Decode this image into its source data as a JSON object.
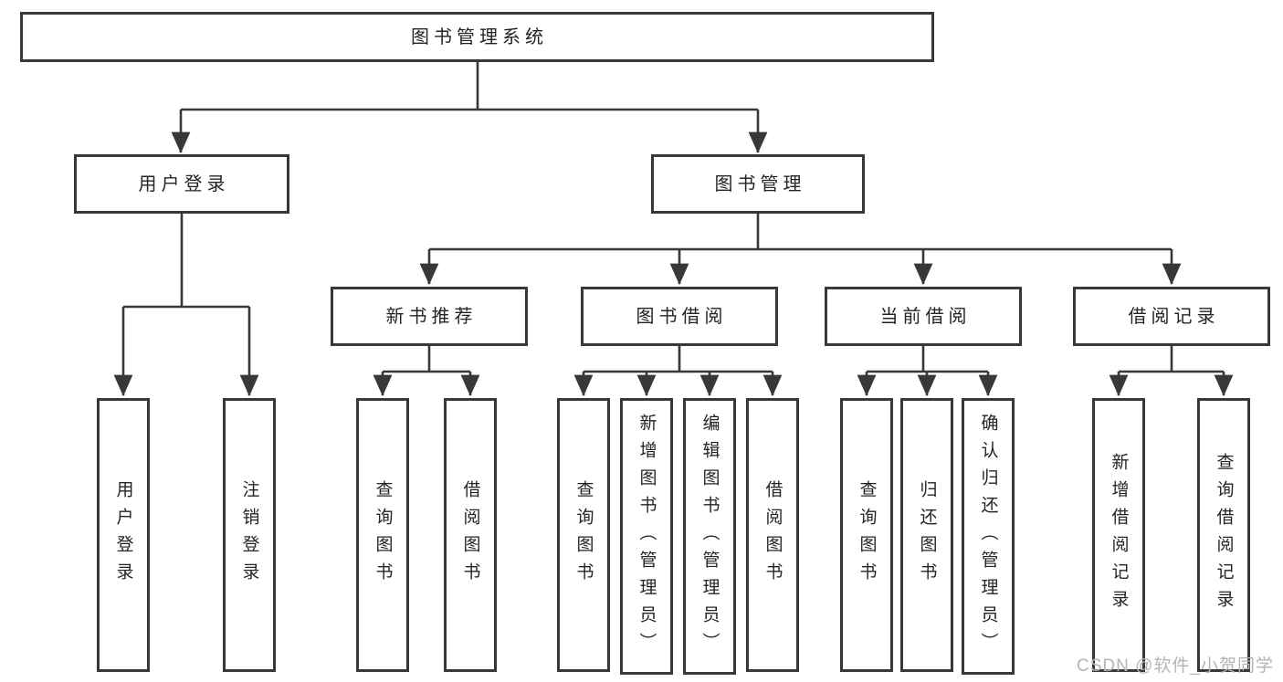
{
  "diagram_type": "hierarchy-tree",
  "tree": {
    "label": "图书管理系统",
    "children": [
      {
        "label": "用户登录",
        "children": [
          {
            "label": "用户登录"
          },
          {
            "label": "注销登录"
          }
        ]
      },
      {
        "label": "图书管理",
        "children": [
          {
            "label": "新书推荐",
            "children": [
              {
                "label": "查询图书"
              },
              {
                "label": "借阅图书"
              }
            ]
          },
          {
            "label": "图书借阅",
            "children": [
              {
                "label": "查询图书"
              },
              {
                "label": "新增图书（管理员）"
              },
              {
                "label": "编辑图书（管理员）"
              },
              {
                "label": "借阅图书"
              }
            ]
          },
          {
            "label": "当前借阅",
            "children": [
              {
                "label": "查询图书"
              },
              {
                "label": "归还图书"
              },
              {
                "label": "确认归还（管理员）"
              }
            ]
          },
          {
            "label": "借阅记录",
            "children": [
              {
                "label": "新增借阅记录"
              },
              {
                "label": "查询借阅记录"
              }
            ]
          }
        ]
      }
    ]
  },
  "watermark": {
    "text": "CSDN @软件_小贺同学"
  },
  "colors": {
    "line": "#383838",
    "box_border": "#383838",
    "box_background": "#ffffff",
    "text": "#242424",
    "watermark": "#b4b4b4"
  }
}
